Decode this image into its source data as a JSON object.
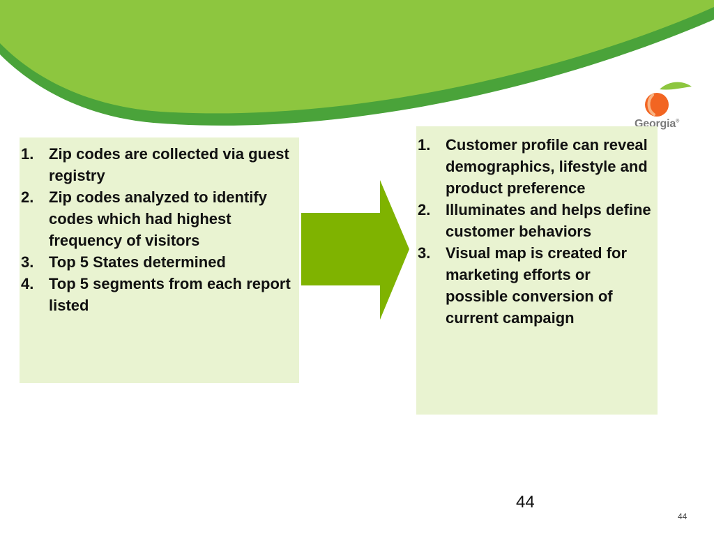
{
  "colors": {
    "banner_light": "#8dc63f",
    "banner_dark": "#4aa33a",
    "box_fill": "#e9f3d1",
    "arrow": "#7fb300",
    "peach": "#f26522",
    "leaf": "#8dc63f"
  },
  "logo": {
    "text": "Georgia",
    "mark": "®"
  },
  "left_box": {
    "items": [
      {
        "num": "1.",
        "text": "Zip codes are collected via guest registry"
      },
      {
        "num": "2.",
        "text": "Zip codes analyzed to identify codes which had highest frequency of visitors"
      },
      {
        "num": "3.",
        "text": "Top 5 States determined"
      },
      {
        "num": "4.",
        "text": "Top 5 segments from each report listed"
      }
    ]
  },
  "right_box": {
    "items": [
      {
        "num": "1.",
        "text": "Customer profile can reveal demographics, lifestyle and product preference"
      },
      {
        "num": "2.",
        "text": "Illuminates and helps define customer behaviors"
      },
      {
        "num": "3.",
        "text": "Visual map is created for marketing efforts or possible conversion of current campaign"
      }
    ]
  },
  "arrow_icon": "right-arrow",
  "page_number_large": "44",
  "page_number_small": "44"
}
